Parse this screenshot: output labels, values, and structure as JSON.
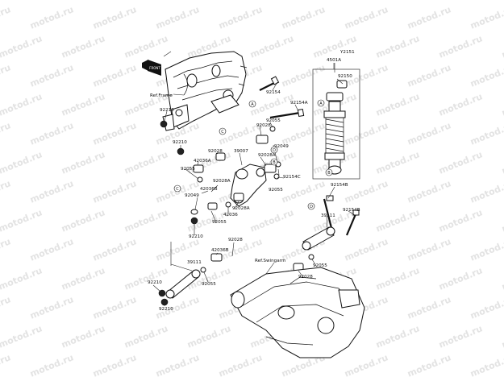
{
  "watermark": "motod.ru",
  "diagram_code": "Y2151",
  "refs": {
    "frame": "Ref.Frame",
    "swingarm": "Ref.Swingarm"
  },
  "labels": {
    "p4501A": "4501A",
    "p92150": "92150",
    "p92154": "92154",
    "p92154A": "92154A",
    "p92154B_top": "92154B",
    "p92154B_right": "92154B",
    "p92154C": "92154C",
    "p92210_a": "92210",
    "p92210_b": "92210",
    "p92210_c": "92210",
    "p92210_d": "92210",
    "p92210_e": "92210",
    "p92028_a": "92028",
    "p92028_b": "92028",
    "p92028_c": "92028",
    "p92028_d": "92028",
    "p92028A_a": "92028A",
    "p92028A_b": "92028A",
    "p92028A_c": "92028A",
    "p92055_a": "92055",
    "p92055_b": "92055",
    "p92055_c": "92055",
    "p92055_d": "92055",
    "p92055_e": "92055",
    "p92055_f": "92055",
    "p92049_a": "92049",
    "p92049_b": "92049",
    "p39007": "39007",
    "p42036A": "42036A",
    "p42036B_a": "42036B",
    "p42036B_b": "42036B",
    "p42036": "42036",
    "p39111_a": "39111",
    "p39111_b": "39111"
  },
  "callouts": {
    "A": "A",
    "B": "B",
    "C": "C",
    "D": "D"
  }
}
